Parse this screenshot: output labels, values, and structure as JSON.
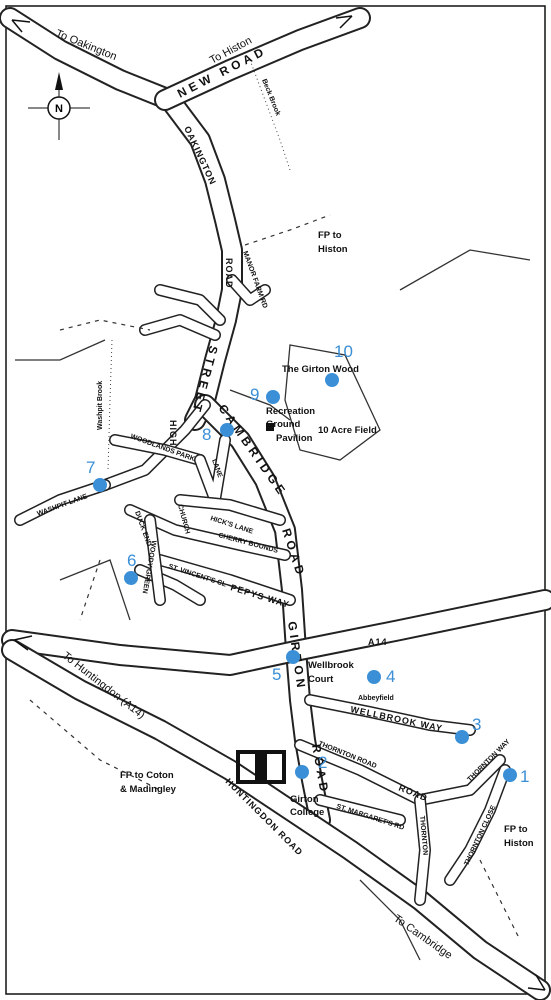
{
  "compass": {
    "label": "N"
  },
  "roads": {
    "new_road": "NEW ROAD",
    "oakington_road": "OAKINGTON",
    "road_word": "ROAD",
    "manor_farm_rd": "MANOR FARM RD",
    "high": "HIGH",
    "street": "STREET",
    "cambridge": "CAMBRIDGE",
    "road2": "ROAD",
    "woodlands_park": "WOODLANDS PARK",
    "church_lane": "CHURCH",
    "lane": "LANE",
    "hicks_lane": "HICK'S LANE",
    "duck_end": "DUCK END",
    "cherry_bounds": "CHERRY BOUNDS",
    "woody_green": "WOODY GREEN",
    "st_vincents": "ST. VINCENT'S CL",
    "pepys_way": "PEPYS WAY",
    "washpit_lane": "WASHPIT LANE",
    "girton": "GIRTON",
    "road3": "ROAD",
    "a14": "A14",
    "wellbrook_way": "WELLBROOK WAY",
    "thornton_road": "THORNTON ROAD",
    "thornton_way": "THORNTON WAY",
    "thornton_close": "THORNTON CLOSE",
    "thornton_rd2": "THORNTON",
    "road4": "ROAD",
    "st_margarets_rd": "ST. MARGARET'S RD",
    "huntingdon_road": "HUNTINGDON ROAD"
  },
  "directions": {
    "to_oakington": "To Oakington",
    "to_histon": "To Histon",
    "to_huntingdon": "To Huntingdon (A14)",
    "to_cambridge": "To Cambridge"
  },
  "streams": {
    "beck_brook": "Beck Brook",
    "washpit_brook": "Washpit Brook"
  },
  "places": {
    "fp_histon_top_1": "FP to",
    "fp_histon_top_2": "Histon",
    "girton_wood": "The Girton Wood",
    "recreation_1": "Recreation",
    "recreation_2": "Ground",
    "pavilion": "Pavilion",
    "ten_acre": "10 Acre Field",
    "wellbrook_court_1": "Wellbrook",
    "wellbrook_court_2": "Court",
    "abbeyfield": "Abbeyfield",
    "fp_coton_1": "FP to Coton",
    "fp_coton_2": "& Madingley",
    "girton_college_1": "Girton",
    "girton_college_2": "College",
    "fp_histon_bottom_1": "FP to",
    "fp_histon_bottom_2": "Histon"
  },
  "markers": [
    {
      "id": "1",
      "label": "1"
    },
    {
      "id": "2",
      "label": "2"
    },
    {
      "id": "3",
      "label": "3"
    },
    {
      "id": "4",
      "label": "4"
    },
    {
      "id": "5",
      "label": "5"
    },
    {
      "id": "6",
      "label": "6"
    },
    {
      "id": "7",
      "label": "7"
    },
    {
      "id": "8",
      "label": "8"
    },
    {
      "id": "9",
      "label": "9"
    },
    {
      "id": "10",
      "label": "10"
    }
  ],
  "colors": {
    "marker": "#3a8fd6",
    "road": "#222222"
  }
}
